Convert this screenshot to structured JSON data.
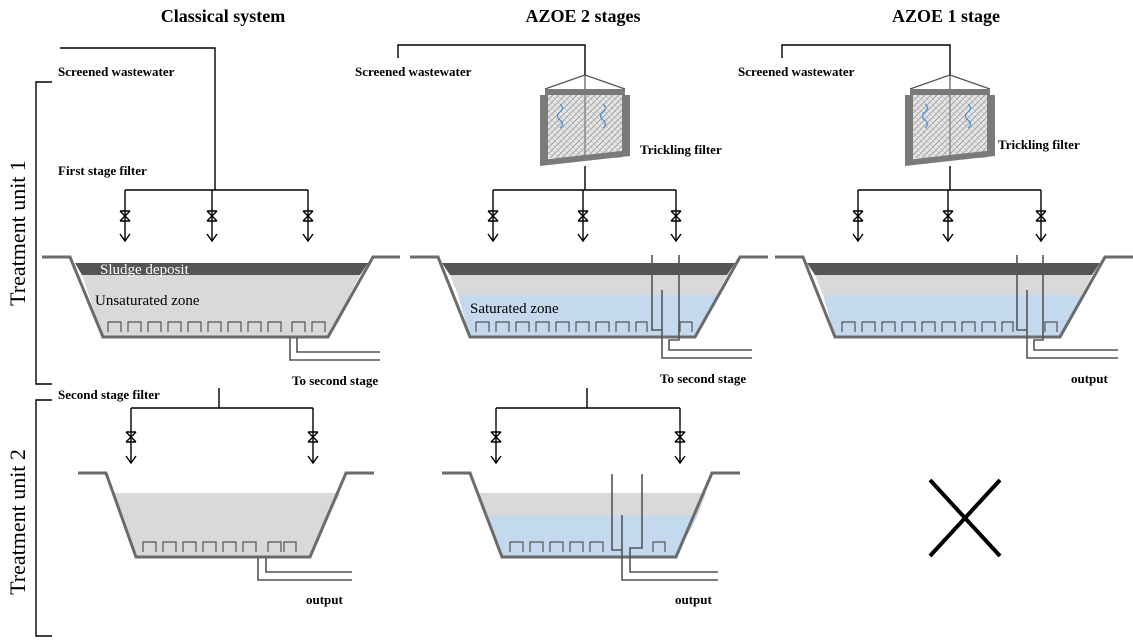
{
  "columns": [
    {
      "title": "Classical system"
    },
    {
      "title": "AZOE 2 stages"
    },
    {
      "title": "AZOE 1 stage"
    }
  ],
  "rows": [
    {
      "label": "Treatment unit 1"
    },
    {
      "label": "Treatment unit 2"
    }
  ],
  "labels": {
    "screened_wastewater": "Screened wastewater",
    "first_stage_filter": "First stage filter",
    "second_stage_filter": "Second stage filter",
    "trickling_filter": "Trickling filter",
    "sludge_deposit": "Sludge deposit",
    "unsaturated_zone": "Unsaturated zone",
    "saturated_zone": "Saturated zone",
    "to_second_stage": "To second stage",
    "output": "output",
    "valve_symbol": "x"
  },
  "colors": {
    "sludge": "#555555",
    "unsaturated": "#d9d9d9",
    "saturated": "#c4d9ee",
    "wall": "#6b6b6b",
    "filter_media": "#e2e2e2",
    "water_squiggle": "#4f8fd6"
  },
  "icons": [
    "valve-icon",
    "arrow-down-icon",
    "trickling-filter-icon",
    "cross-icon"
  ]
}
